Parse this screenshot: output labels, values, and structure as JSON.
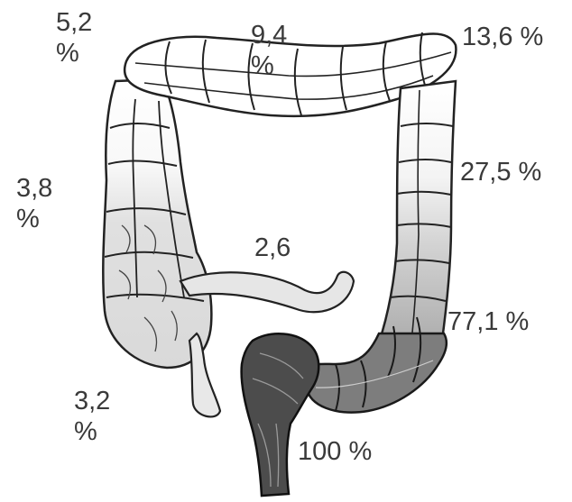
{
  "labels": {
    "cecum": [
      "3,2",
      "%"
    ],
    "ascending": [
      "3,8",
      "%"
    ],
    "hepatic_flexure": [
      "5,2",
      "%"
    ],
    "transverse": [
      "9,4",
      "%"
    ],
    "splenic_flexure": "13,6 %",
    "descending": "27,5 %",
    "sigmoid": "77,1 %",
    "rectum": "100 %",
    "ileum": "2,6"
  },
  "colors": {
    "outline": "#222222",
    "fill_light": "#ffffff",
    "fill_ascending": "#dedede",
    "fill_descending_lower": "#b9b9b9",
    "fill_sigmoid": "#808080",
    "fill_rectum": "#555555",
    "text": "#3a3a3a"
  }
}
